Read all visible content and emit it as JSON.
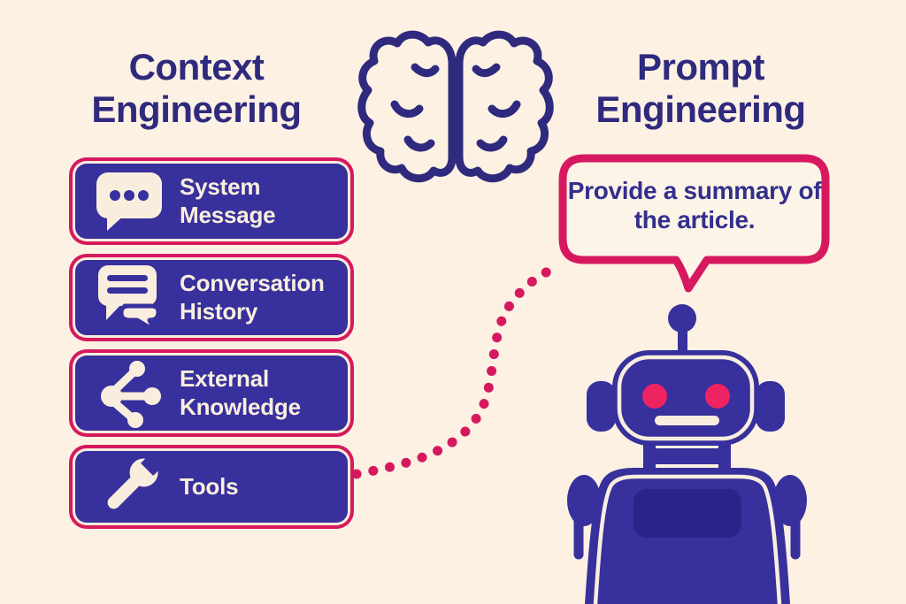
{
  "left": {
    "title": "Context Engineering",
    "boxes": [
      {
        "icon": "chat-bubble-icon",
        "label": "System Message"
      },
      {
        "icon": "conversation-icon",
        "label": "Conversation History"
      },
      {
        "icon": "share-network-icon",
        "label": "External Knowledge"
      },
      {
        "icon": "wrench-icon",
        "label": "Tools"
      }
    ]
  },
  "center": {
    "icon": "brain-icon"
  },
  "right": {
    "title": "Prompt Engineering",
    "speech_bubble": {
      "text": "Provide a summary of the article."
    },
    "robot": {
      "icon": "robot-illustration"
    }
  },
  "connector": {
    "style": "dotted-curve"
  },
  "colors": {
    "background": "#fcf1e3",
    "navy": "#37309d",
    "navy_deep": "#2f2a7e",
    "navy_text": "#332f8d",
    "pink": "#d6195f",
    "cream": "#f9eedd",
    "bubble_fill": "#fdf4e8",
    "eye_pink": "#ee2362",
    "chest_navy": "#2b2488"
  }
}
